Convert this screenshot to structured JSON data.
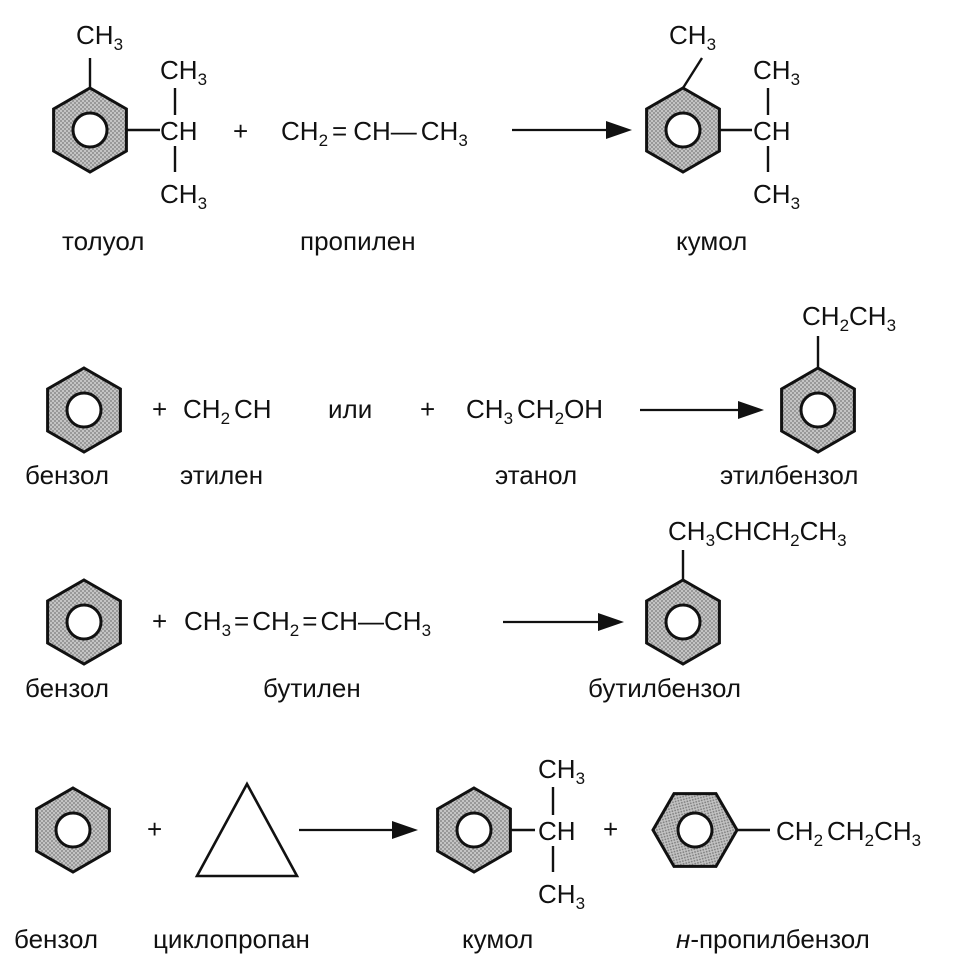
{
  "colors": {
    "ink": "#111111",
    "ring_shade": "#9a9a9a",
    "background": "#ffffff"
  },
  "icons": {
    "benzene": "benzene-ring-icon",
    "cyclopropane": "triangle-icon",
    "arrow": "reaction-arrow-icon"
  },
  "reactions": [
    {
      "id": "r1",
      "reactant": {
        "top": {
          "a": "CH",
          "s": "3"
        },
        "branch_top": {
          "a": "CH",
          "s": "3"
        },
        "branch_mid": {
          "a": "CH",
          "s": ""
        },
        "branch_bot": {
          "a": "CH",
          "s": "3"
        },
        "label": "толуол"
      },
      "plus": "+",
      "reagent": {
        "p1": {
          "a": "CH",
          "s": "2"
        },
        "eq": "=",
        "p2": "CH",
        "dash": "—",
        "p3": {
          "a": "CH",
          "s": "3"
        },
        "label": "пропилен"
      },
      "product": {
        "top": {
          "a": "CH",
          "s": "3"
        },
        "branch_top": {
          "a": "CH",
          "s": "3"
        },
        "branch_mid": {
          "a": "CH",
          "s": ""
        },
        "branch_bot": {
          "a": "CH",
          "s": "3"
        },
        "label": "кумол"
      }
    },
    {
      "id": "r2",
      "reactant": {
        "label": "бензол"
      },
      "plus1": "+",
      "reagent1": {
        "p1": {
          "a": "CH",
          "s": "2"
        },
        "p2": "CH",
        "label": "этилен"
      },
      "or": "или",
      "plus2": "+",
      "reagent2": {
        "p1": {
          "a": "CH",
          "s": "3"
        },
        "p2": {
          "a": "CH",
          "s": "2"
        },
        "p3": "OH",
        "label": "этанол"
      },
      "product": {
        "top": {
          "a1": "CH",
          "s1": "2",
          "a2": "CH",
          "s2": "3"
        },
        "label": "этилбензол"
      }
    },
    {
      "id": "r3",
      "reactant": {
        "label": "бензол"
      },
      "plus": "+",
      "reagent": {
        "p1": {
          "a": "CH",
          "s": "3"
        },
        "eq1": "=",
        "p2": {
          "a": "CH",
          "s": "2"
        },
        "eq2": "=",
        "p3": "CH",
        "dash": "—",
        "p4": {
          "a": "CH",
          "s": "3"
        },
        "label": "бутилен"
      },
      "product": {
        "top": {
          "a1": "CH",
          "s1": "3",
          "a2": "CHCH",
          "s2": "2",
          "a3": "CH",
          "s3": "3"
        },
        "label": "бутилбензол"
      }
    },
    {
      "id": "r4",
      "reactant": {
        "label": "бензол"
      },
      "plus1": "+",
      "reagent": {
        "label": "циклопропан"
      },
      "product1": {
        "branch_top": {
          "a": "CH",
          "s": "3"
        },
        "branch_mid": {
          "a": "CH",
          "s": ""
        },
        "branch_bot": {
          "a": "CH",
          "s": "3"
        },
        "label": "кумол"
      },
      "plus2": "+",
      "product2": {
        "chain": {
          "a1": "CH",
          "s1": "2",
          "a2": "CH",
          "s2": "2",
          "a3": "CH",
          "s3": "3"
        },
        "label_prefix": "н",
        "label_rest": "-пропилбензол"
      }
    }
  ]
}
